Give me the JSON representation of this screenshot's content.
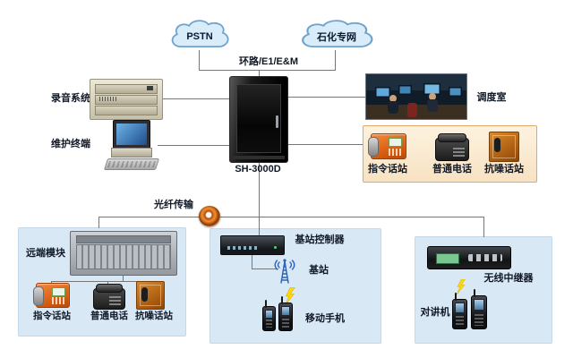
{
  "diagram": {
    "top": {
      "pstn_cloud": "PSTN",
      "petro_cloud": "石化专网",
      "trunk_label": "环路/E1/E&M"
    },
    "center": {
      "cabinet_model": "SH-3000D"
    },
    "left": {
      "recording_label": "录音系统",
      "maintenance_label": "维护终端"
    },
    "right": {
      "dispatch_room_label": "调度室",
      "command_station_label": "指令话站",
      "ordinary_phone_label": "普通电话",
      "noise_station_label": "抗噪话站"
    },
    "fiber_label": "光纤传输",
    "remote": {
      "title": "远端模块",
      "command_station_label": "指令话站",
      "ordinary_phone_label": "普通电话",
      "noise_station_label": "抗噪话站"
    },
    "base": {
      "controller_label": "基站控制器",
      "station_label": "基站",
      "mobile_label": "移动手机"
    },
    "wireless": {
      "repeater_label": "无线中继器",
      "intercom_label": "对讲机"
    },
    "colors": {
      "panel_blue": "#d9e8f5",
      "strip_top": "#fdf2e0",
      "strip_bottom": "#f7e2c2",
      "cloud_fill": "#d8edf9",
      "cloud_stroke": "#6fa3cd",
      "accent_orange": "#e06a1e",
      "line": "#777777"
    }
  }
}
